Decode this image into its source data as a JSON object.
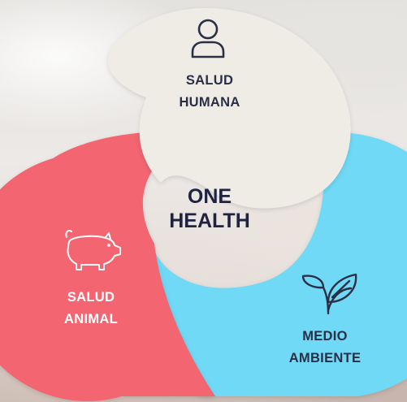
{
  "diagram": {
    "center": {
      "line1": "ONE",
      "line2": "HEALTH"
    },
    "sections": {
      "human": {
        "line1": "SALUD",
        "line2": "HUMANA",
        "color": "#efece6",
        "icon": "person-icon"
      },
      "animal": {
        "line1": "SALUD",
        "line2": "ANIMAL",
        "color": "#f26470",
        "icon": "pig-icon"
      },
      "environment": {
        "line1": "MEDIO",
        "line2": "AMBIENTE",
        "color": "#6ed8f5",
        "icon": "leaves-icon"
      }
    }
  }
}
